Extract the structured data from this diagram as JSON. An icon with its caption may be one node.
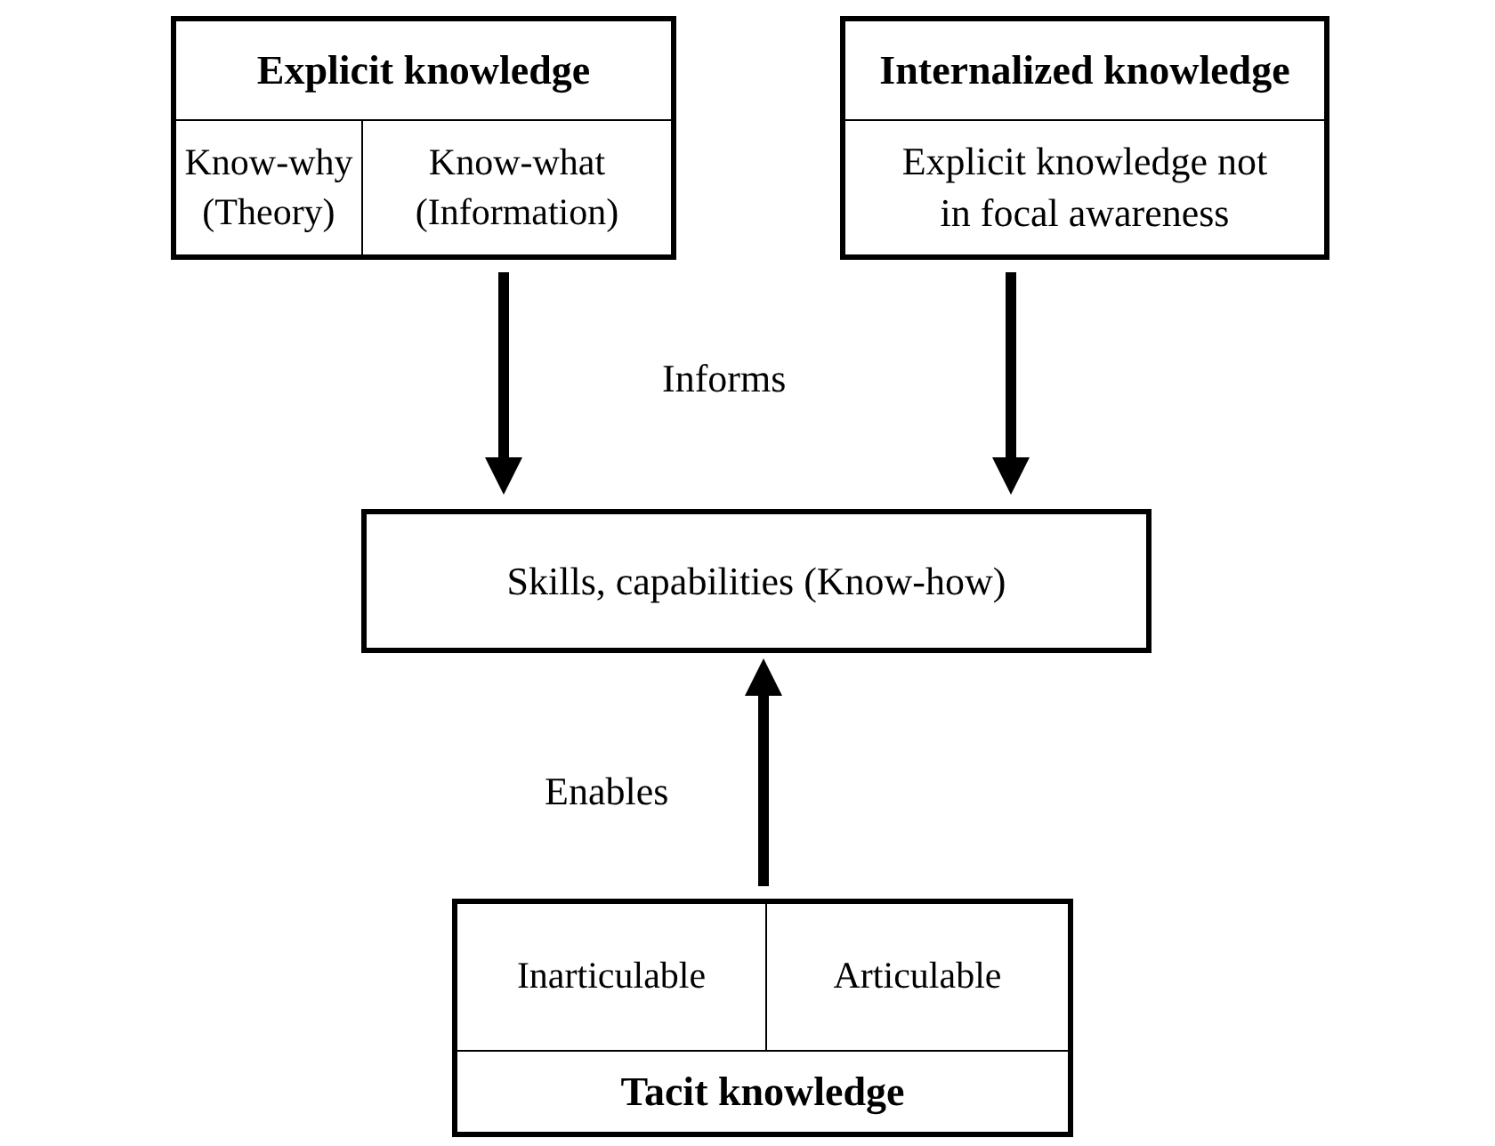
{
  "diagram": {
    "nodes": [
      {
        "text": [
          "Explicit knowledge"
        ]
      },
      {
        "text": [
          "Know-why (Theory)"
        ],
        "in": 0
      },
      {
        "text": [
          "Know-what (Information)"
        ],
        "in": 0
      },
      {
        "text": [
          "Internalized knowledge",
          "Explicit knowledge not in focal awareness"
        ]
      },
      {
        "text": [
          "Skills, capabilities (Know-how)"
        ]
      },
      {
        "text": [
          "Tacit knowledge"
        ]
      },
      {
        "text": [
          "Inarticulable"
        ],
        "in": 5
      },
      {
        "text": [
          "Articulable"
        ],
        "in": 5
      }
    ],
    "edges": [
      {
        "from": 0,
        "to": 4,
        "arrow": "to"
      },
      {
        "from": 3,
        "to": 4,
        "arrow": "to"
      },
      {
        "from": 5,
        "to": 4,
        "arrow": "to",
        "label": "Enables"
      }
    ],
    "labels": [
      "Informs"
    ]
  }
}
